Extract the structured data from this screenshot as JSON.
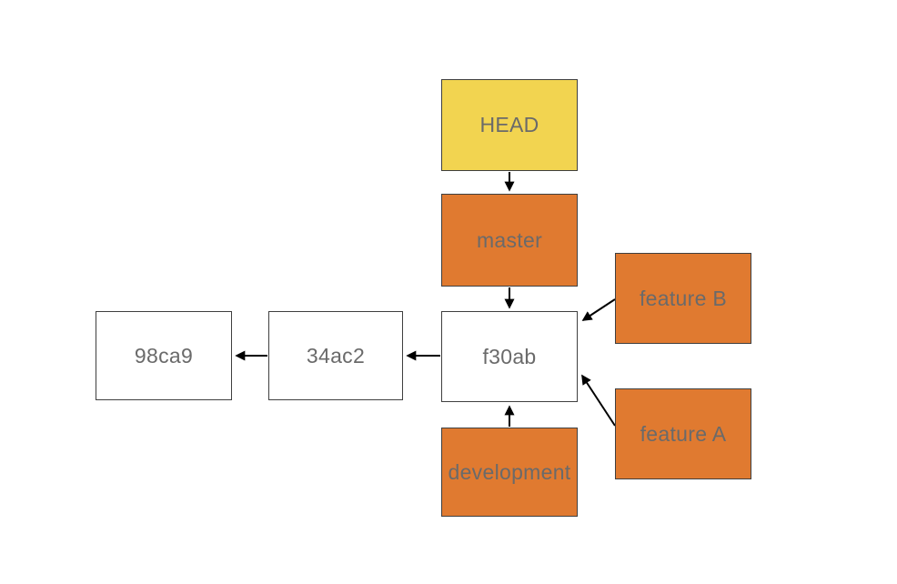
{
  "diagram": {
    "kind": "git-branch-diagram",
    "colors": {
      "head_fill": "#f2d450",
      "branch_fill": "#e07a30",
      "commit_fill": "#ffffff",
      "box_border": "#3f3f3f",
      "label_text": "#6a6a6a",
      "arrow": "#000000",
      "background": "#ffffff"
    },
    "nodes": [
      {
        "id": "head",
        "label": "HEAD",
        "kind": "head-pointer"
      },
      {
        "id": "master",
        "label": "master",
        "kind": "branch"
      },
      {
        "id": "f30ab",
        "label": "f30ab",
        "kind": "commit"
      },
      {
        "id": "34ac2",
        "label": "34ac2",
        "kind": "commit"
      },
      {
        "id": "98ca9",
        "label": "98ca9",
        "kind": "commit"
      },
      {
        "id": "feature-b",
        "label": "feature B",
        "kind": "branch"
      },
      {
        "id": "feature-a",
        "label": "feature A",
        "kind": "branch"
      },
      {
        "id": "development",
        "label": "development",
        "kind": "branch"
      }
    ],
    "edges": [
      {
        "from": "HEAD",
        "to": "master"
      },
      {
        "from": "master",
        "to": "f30ab"
      },
      {
        "from": "f30ab",
        "to": "34ac2"
      },
      {
        "from": "34ac2",
        "to": "98ca9"
      },
      {
        "from": "feature B",
        "to": "f30ab"
      },
      {
        "from": "feature A",
        "to": "f30ab"
      },
      {
        "from": "development",
        "to": "f30ab"
      }
    ]
  }
}
